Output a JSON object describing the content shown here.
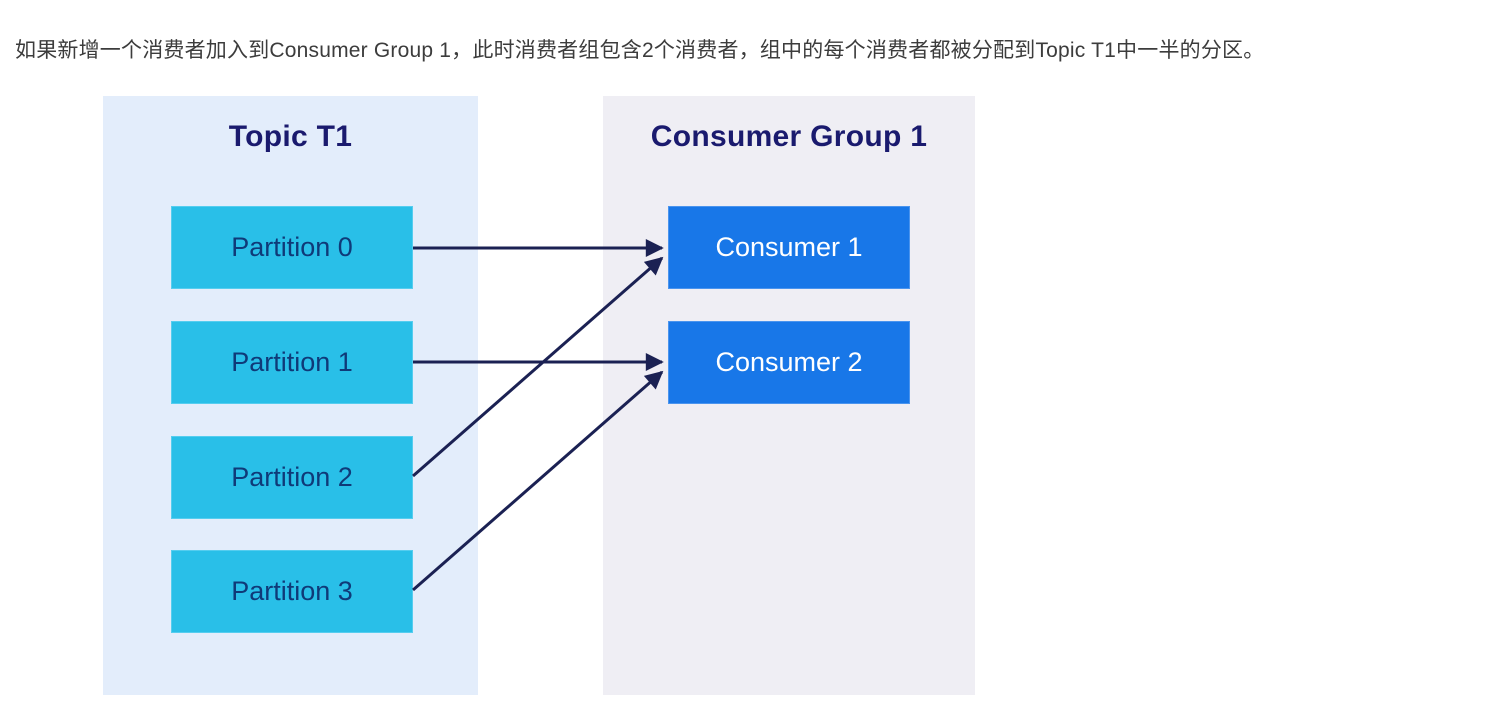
{
  "page": {
    "description_text": "如果新增一个消费者加入到Consumer Group 1，此时消费者组包含2个消费者，组中的每个消费者都被分配到Topic T1中一半的分区。"
  },
  "diagram": {
    "topic_panel": {
      "title": "Topic T1",
      "background_color": "#e3edfb",
      "box_color": "#29bfe8",
      "box_text_color": "#0f3a78",
      "partitions": [
        {
          "label": "Partition 0"
        },
        {
          "label": "Partition 1"
        },
        {
          "label": "Partition 2"
        },
        {
          "label": "Partition 3"
        }
      ]
    },
    "consumer_panel": {
      "title": "Consumer Group 1",
      "background_color": "#efeef4",
      "box_color": "#1877e8",
      "box_text_color": "#ffffff",
      "consumers": [
        {
          "label": "Consumer 1"
        },
        {
          "label": "Consumer 2"
        }
      ]
    },
    "edges": [
      {
        "from": "Partition 0",
        "to": "Consumer 1"
      },
      {
        "from": "Partition 1",
        "to": "Consumer 2"
      },
      {
        "from": "Partition 2",
        "to": "Consumer 1"
      },
      {
        "from": "Partition 3",
        "to": "Consumer 2"
      }
    ],
    "title_color": "#1a1a6e",
    "arrow_color": "#1b2153"
  }
}
